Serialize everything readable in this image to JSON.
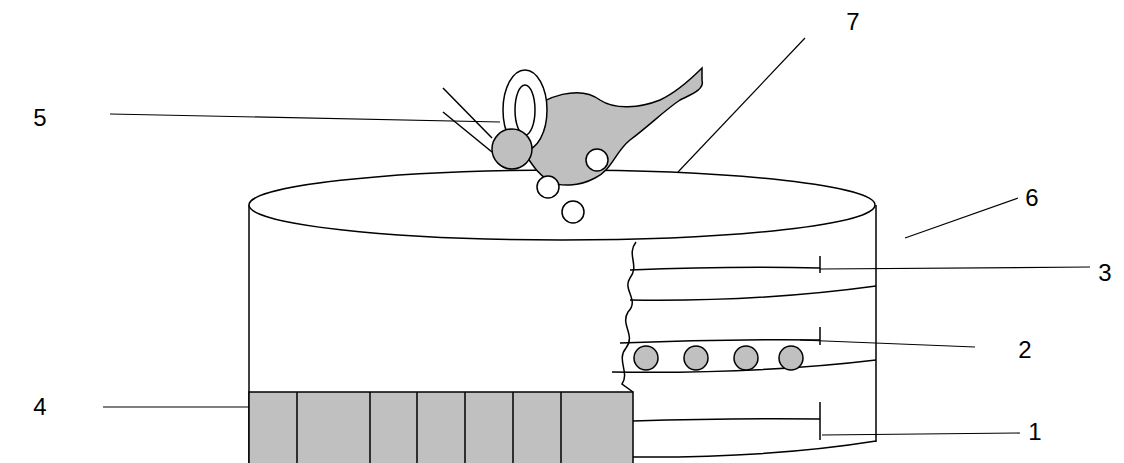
{
  "diagram": {
    "labels": [
      "7",
      "5",
      "6",
      "3",
      "2",
      "4",
      "1"
    ]
  }
}
